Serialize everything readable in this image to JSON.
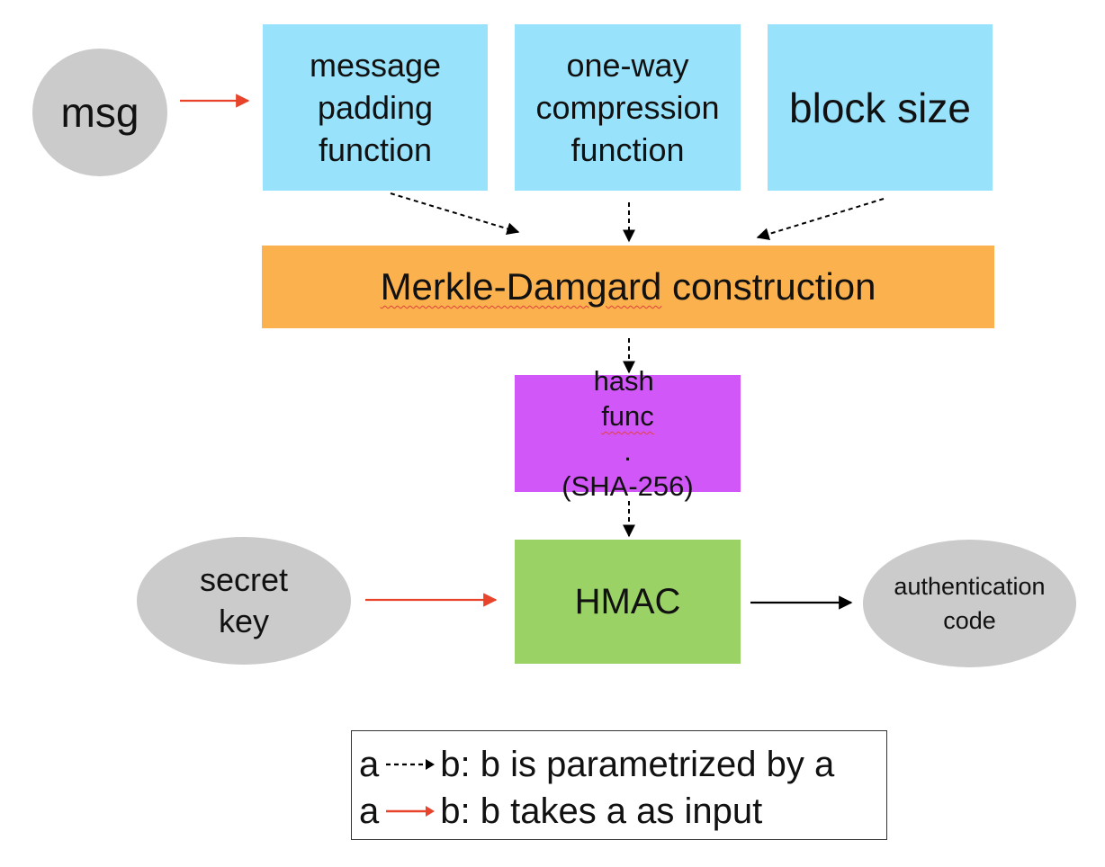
{
  "nodes": {
    "msg": {
      "label": "msg",
      "color": "#cbcbcb"
    },
    "padding": {
      "lines": [
        "message",
        "padding",
        "function"
      ],
      "color": "#98e2fb"
    },
    "compression": {
      "lines": [
        "one-way",
        "compression",
        "function"
      ],
      "color": "#98e2fb"
    },
    "block_size": {
      "label": "block size",
      "color": "#98e2fb"
    },
    "merkle": {
      "label_part1": "Merkle-Damgard",
      "label_part2": " construction",
      "color": "#fbb14d"
    },
    "hash": {
      "line1_part1": "hash ",
      "line1_part2": "func",
      "line1_part3": ".",
      "line2": "(SHA-256)",
      "color": "#d157f9"
    },
    "secret_key": {
      "lines": [
        "secret",
        "key"
      ],
      "color": "#cbcbcb"
    },
    "hmac": {
      "label": "HMAC",
      "color": "#9bd266"
    },
    "auth_code": {
      "lines": [
        "authentication",
        "code"
      ],
      "color": "#cbcbcb"
    }
  },
  "edges": [
    {
      "from": "msg",
      "to": "padding",
      "style": "solid",
      "color": "#e8442c"
    },
    {
      "from": "padding",
      "to": "merkle",
      "style": "dashed",
      "color": "#000000"
    },
    {
      "from": "compression",
      "to": "merkle",
      "style": "dashed",
      "color": "#000000"
    },
    {
      "from": "block_size",
      "to": "merkle",
      "style": "dashed",
      "color": "#000000"
    },
    {
      "from": "merkle",
      "to": "hash",
      "style": "dashed",
      "color": "#000000"
    },
    {
      "from": "hash",
      "to": "hmac",
      "style": "dashed",
      "color": "#000000"
    },
    {
      "from": "secret_key",
      "to": "hmac",
      "style": "solid",
      "color": "#e8442c"
    },
    {
      "from": "hmac",
      "to": "auth_code",
      "style": "solid",
      "color": "#000000"
    }
  ],
  "legend": {
    "row1": {
      "a": "a",
      "text": "b: b is parametrized by a"
    },
    "row2": {
      "a": "a",
      "text": "b: b takes a as input"
    }
  }
}
